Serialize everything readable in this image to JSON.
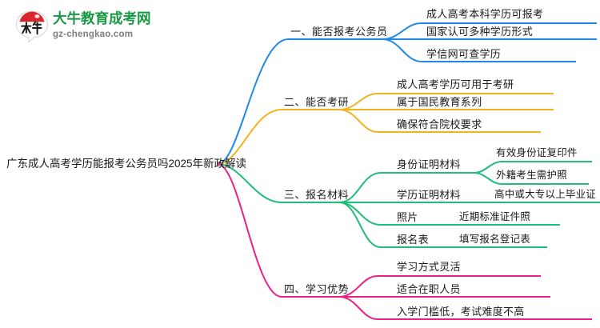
{
  "logo": {
    "mark_name": "daniu-speech-bubble-logo",
    "title": "大牛教育成考网",
    "subtitle": "gz-chengkao.com",
    "title_color": "#1a9944",
    "subtitle_color": "#7d7d7d",
    "mark_red": "#d9262c",
    "mark_dark": "#1a1a1a"
  },
  "mindmap": {
    "root": {
      "label": "广东成人高考学历能报考公务员吗2025年新政解读"
    },
    "branches": [
      {
        "index": "1",
        "label": "一、能否报考公务员",
        "color": "#2089e8",
        "children": [
          {
            "label": "成人高考本科学历可报考",
            "children": []
          },
          {
            "label": "国家认可多种学历形式",
            "children": []
          },
          {
            "label": "学信网可查学历",
            "children": []
          }
        ]
      },
      {
        "index": "2",
        "label": "二、能否考研",
        "color": "#f2b320",
        "children": [
          {
            "label": "成人高考学历可用于考研",
            "children": []
          },
          {
            "label": "属于国民教育系列",
            "children": []
          },
          {
            "label": "确保符合院校要求",
            "children": []
          }
        ]
      },
      {
        "index": "3",
        "label": "三、报名材料",
        "color": "#20be78",
        "children": [
          {
            "label": "身份证明材料",
            "children": [
              {
                "label": "有效身份证复印件"
              },
              {
                "label": "外籍考生需护照"
              }
            ]
          },
          {
            "label": "学历证明材料",
            "children": [
              {
                "label": "高中或大专以上毕业证"
              }
            ]
          },
          {
            "label": "照片",
            "children": [
              {
                "label": "近期标准证件照"
              }
            ]
          },
          {
            "label": "报名表",
            "children": [
              {
                "label": "填写报名登记表"
              }
            ]
          }
        ]
      },
      {
        "index": "4",
        "label": "四、学习优势",
        "color": "#ec2088",
        "children": [
          {
            "label": "学习方式灵活",
            "children": []
          },
          {
            "label": "适合在职人员",
            "children": []
          },
          {
            "label": "入学门槛低，考试难度不高",
            "children": []
          }
        ]
      }
    ]
  }
}
